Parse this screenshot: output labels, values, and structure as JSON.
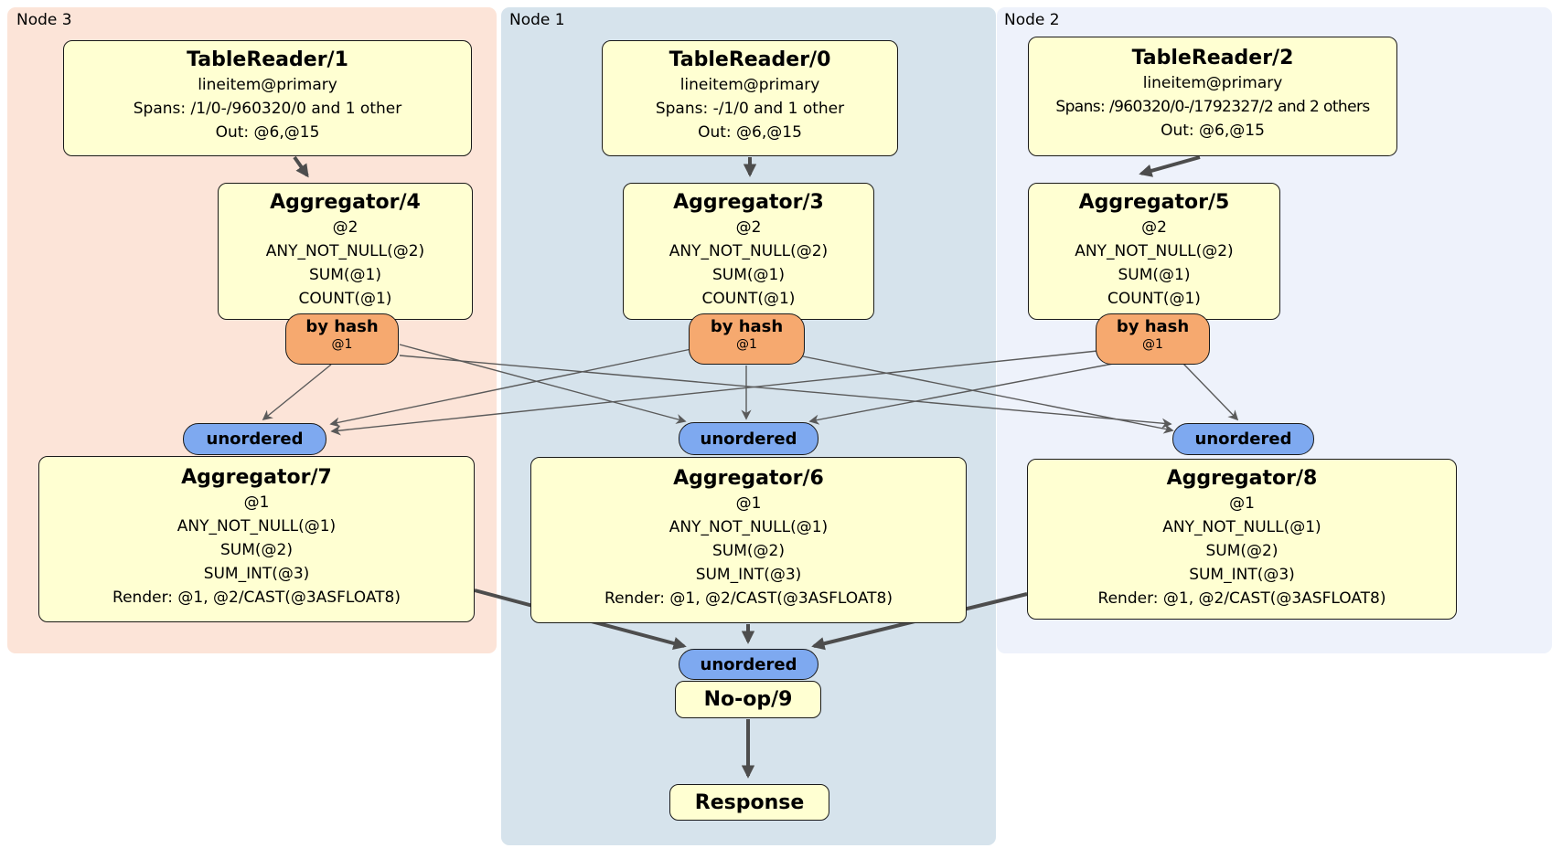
{
  "regions": {
    "node3": {
      "label": "Node 3"
    },
    "node1": {
      "label": "Node 1"
    },
    "node2": {
      "label": "Node 2"
    }
  },
  "processors": {
    "tr1": {
      "title": "TableReader/1",
      "lines": [
        "lineitem@primary",
        "Spans: /1/0-/960320/0 and 1 other",
        "Out: @6,@15"
      ]
    },
    "tr0": {
      "title": "TableReader/0",
      "lines": [
        "lineitem@primary",
        "Spans: -/1/0 and 1 other",
        "Out: @6,@15"
      ]
    },
    "tr2": {
      "title": "TableReader/2",
      "lines": [
        "lineitem@primary",
        "Spans: /960320/0-/1792327/2 and 2 others",
        "Out: @6,@15"
      ]
    },
    "agg4": {
      "title": "Aggregator/4",
      "lines": [
        "@2",
        "ANY_NOT_NULL(@2)",
        "SUM(@1)",
        "COUNT(@1)"
      ]
    },
    "agg3": {
      "title": "Aggregator/3",
      "lines": [
        "@2",
        "ANY_NOT_NULL(@2)",
        "SUM(@1)",
        "COUNT(@1)"
      ]
    },
    "agg5": {
      "title": "Aggregator/5",
      "lines": [
        "@2",
        "ANY_NOT_NULL(@2)",
        "SUM(@1)",
        "COUNT(@1)"
      ]
    },
    "agg7": {
      "title": "Aggregator/7",
      "lines": [
        "@1",
        "ANY_NOT_NULL(@1)",
        "SUM(@2)",
        "SUM_INT(@3)",
        "Render: @1, @2/CAST(@3ASFLOAT8)"
      ]
    },
    "agg6": {
      "title": "Aggregator/6",
      "lines": [
        "@1",
        "ANY_NOT_NULL(@1)",
        "SUM(@2)",
        "SUM_INT(@3)",
        "Render: @1, @2/CAST(@3ASFLOAT8)"
      ]
    },
    "agg8": {
      "title": "Aggregator/8",
      "lines": [
        "@1",
        "ANY_NOT_NULL(@1)",
        "SUM(@2)",
        "SUM_INT(@3)",
        "Render: @1, @2/CAST(@3ASFLOAT8)"
      ]
    },
    "noop": {
      "title": "No-op/9"
    },
    "response": {
      "title": "Response"
    }
  },
  "routers": {
    "hash3": {
      "label": "by hash",
      "detail": "@1"
    },
    "hash1": {
      "label": "by hash",
      "detail": "@1"
    },
    "hash2": {
      "label": "by hash",
      "detail": "@1"
    }
  },
  "streams": {
    "unordered3": {
      "label": "unordered"
    },
    "unordered1": {
      "label": "unordered"
    },
    "unordered2": {
      "label": "unordered"
    },
    "unordered_final": {
      "label": "unordered"
    }
  },
  "colors": {
    "node3_bg": "#fce4d8",
    "node1_bg": "#d6e3ec",
    "node2_bg": "#eef2fb",
    "processor_fill": "#ffffd2",
    "processor_border": "#1a1a1a",
    "router_fill": "#f6a96f",
    "stream_fill": "#7ea9f0",
    "edge_thin": "#5a5a5a",
    "edge_thick": "#4d4d4d"
  }
}
